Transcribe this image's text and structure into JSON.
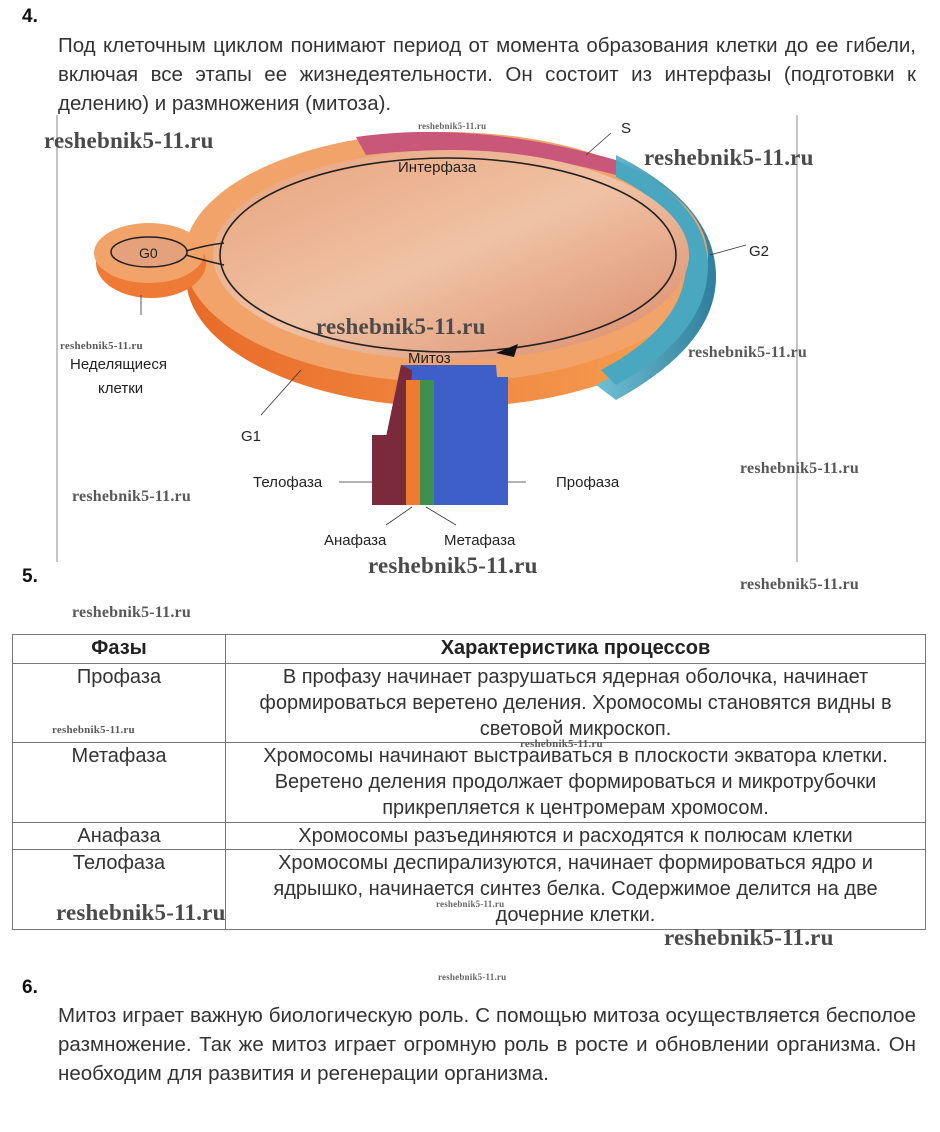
{
  "task4": {
    "number": "4.",
    "text": "Под клеточным циклом понимают период от момента образования клетки до ее гибели, включая все этапы ее жизнедеятельности. Он состоит из интерфазы (подготовки к делению) и размножения (митоза)."
  },
  "diagram": {
    "interphase": "Интерфаза",
    "mitosis": "Митоз",
    "g0": "G0",
    "s": "S",
    "g2": "G2",
    "g1": "G1",
    "nondividing_line1": "Неделящиеся",
    "nondividing_line2": "клетки",
    "telophase": "Телофаза",
    "prophase": "Профаза",
    "anaphase": "Анафаза",
    "metaphase": "Метафаза",
    "colors": {
      "ring_orange": "#f08a3c",
      "ring_pink": "#c9577a",
      "ring_teal": "#3f9fb8",
      "inner": "#e9b08e",
      "telophase": "#7a2a3a",
      "anaphase": "#f07a30",
      "metaphase": "#3f8f4f",
      "prophase": "#3f5fc8"
    }
  },
  "task5": {
    "number": "5.",
    "table": {
      "headers": [
        "Фазы",
        "Характеристика процессов"
      ],
      "rows": [
        [
          "Профаза",
          "В профазу начинает разрушаться ядерная оболочка, начинает формироваться веретено деления. Хромосомы становятся видны в световой микроскоп."
        ],
        [
          "Метафаза",
          "Хромосомы начинают выстраиваться в плоскости экватора клетки. Веретено деления продолжает формироваться и микротрубочки прикрепляется к центромерам хромосом."
        ],
        [
          "Анафаза",
          "Хромосомы разъединяются и расходятся к полюсам клетки"
        ],
        [
          "Телофаза",
          "Хромосомы деспирализуются, начинает формироваться ядро и ядрышко, начинается синтез белка. Содержимое делится на две дочерние клетки."
        ]
      ]
    }
  },
  "task6": {
    "number": "6.",
    "text": "Митоз играет важную биологическую роль. С помощью митоза осуществляется бесполое размножение. Так же митоз играет огромную роль в росте и обновлении организма. Он необходим для развития и регенерации организма."
  },
  "watermark": "reshebnik5-11.ru"
}
